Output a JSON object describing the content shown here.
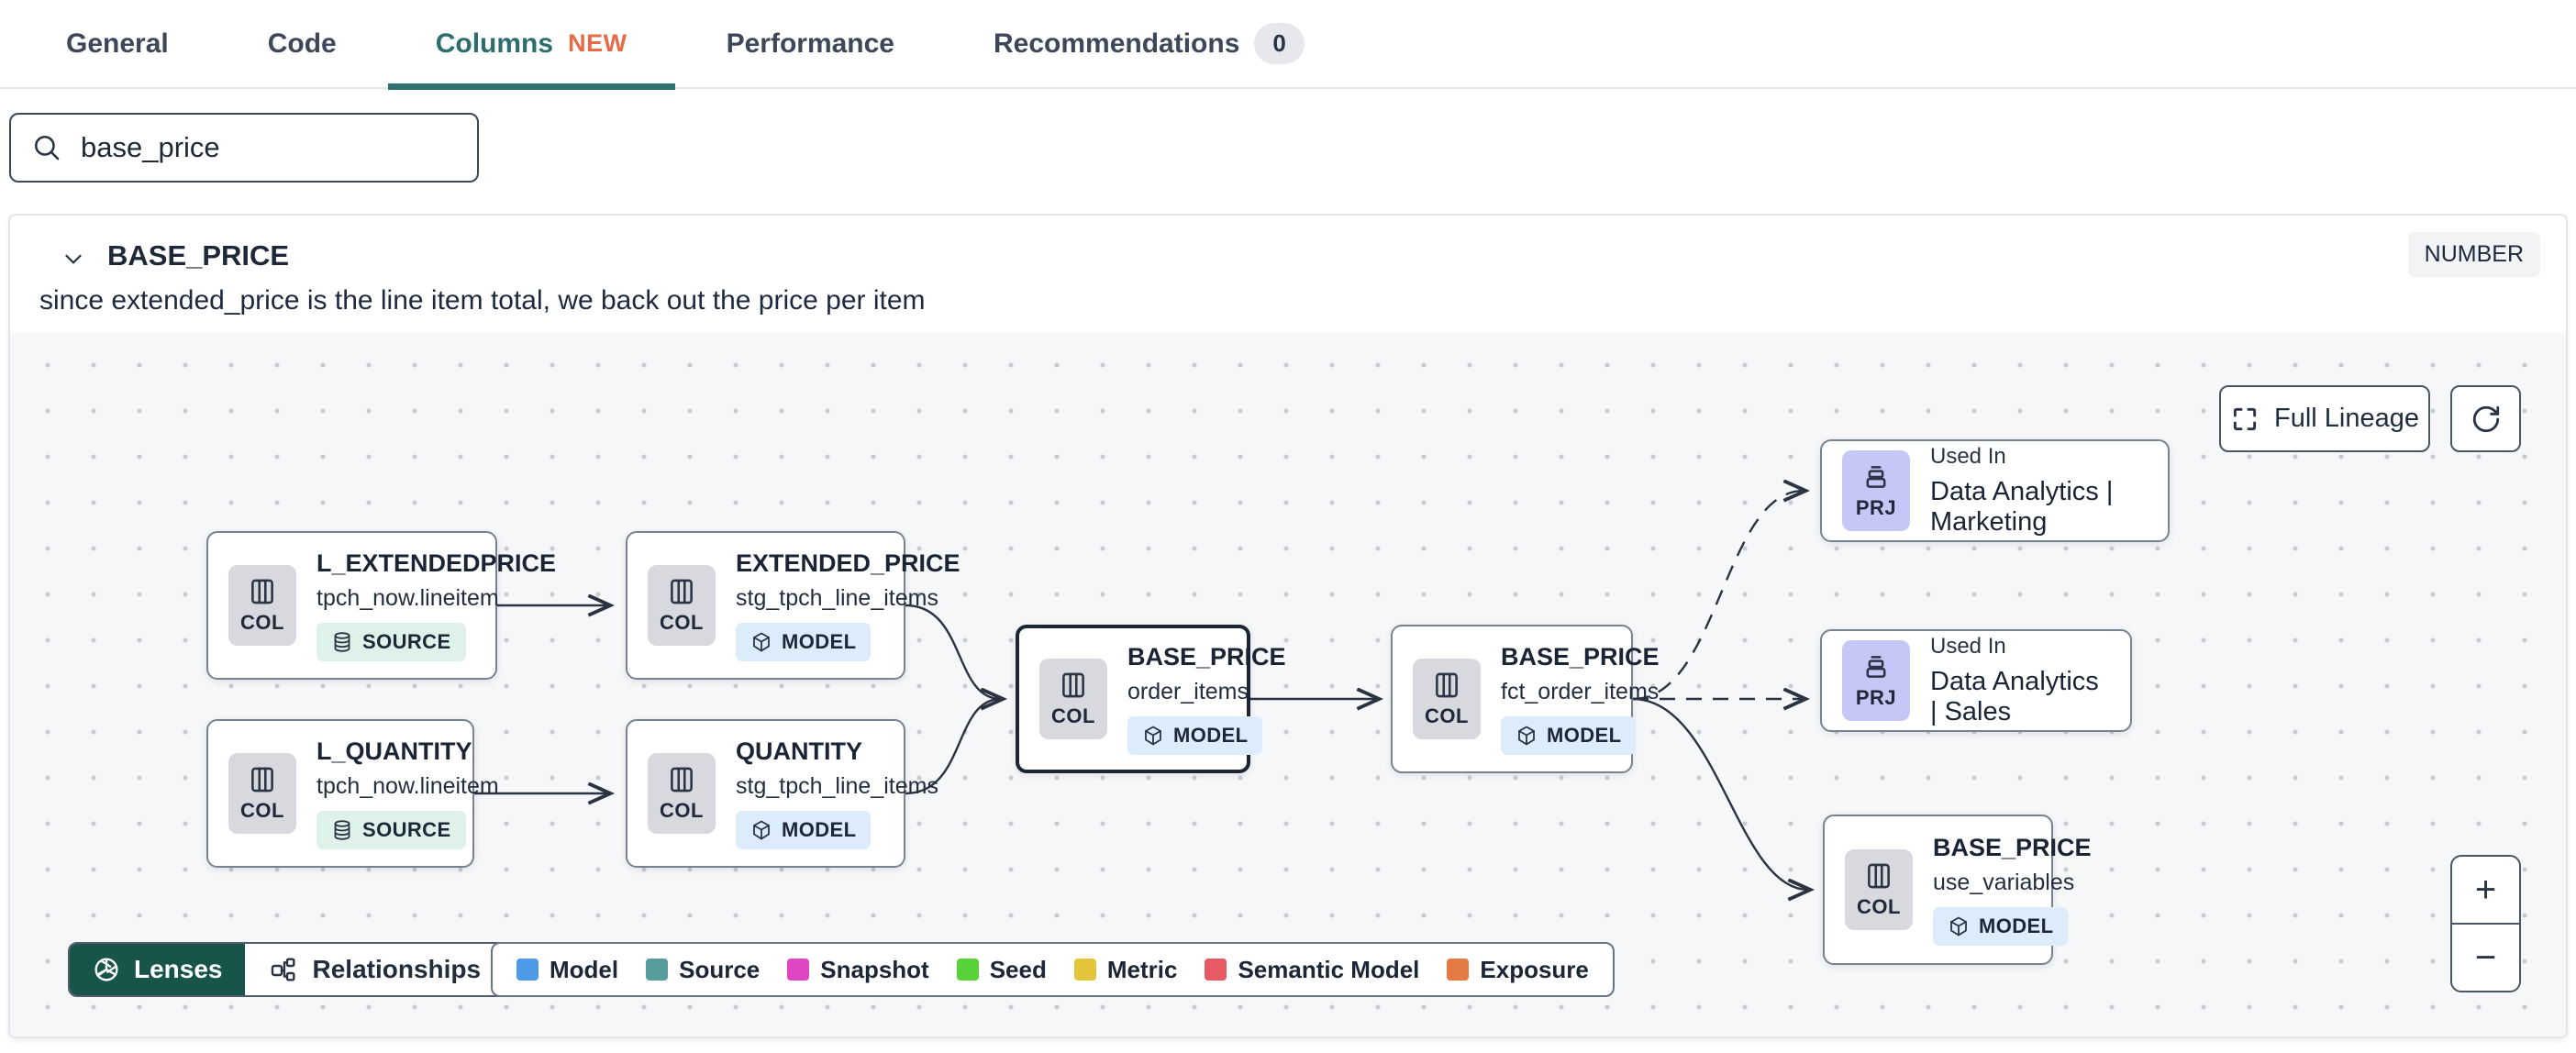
{
  "tabs": {
    "general": "General",
    "code": "Code",
    "columns": "Columns",
    "columns_badge": "NEW",
    "performance": "Performance",
    "recommendations": "Recommendations",
    "recommendations_count": "0"
  },
  "search": {
    "value": "base_price"
  },
  "column": {
    "name": "BASE_PRICE",
    "type_badge": "NUMBER",
    "description": "since extended_price is the line item total, we back out the price per item"
  },
  "lineage": {
    "full_lineage_label": "Full Lineage",
    "nodes": [
      {
        "badge": "COL",
        "title": "L_EXTENDEDPRICE",
        "subtitle": "tpch_now.lineitem",
        "kind": "SOURCE"
      },
      {
        "badge": "COL",
        "title": "EXTENDED_PRICE",
        "subtitle": "stg_tpch_line_items",
        "kind": "MODEL"
      },
      {
        "badge": "COL",
        "title": "L_QUANTITY",
        "subtitle": "tpch_now.lineitem",
        "kind": "SOURCE"
      },
      {
        "badge": "COL",
        "title": "QUANTITY",
        "subtitle": "stg_tpch_line_items",
        "kind": "MODEL"
      },
      {
        "badge": "COL",
        "title": "BASE_PRICE",
        "subtitle": "order_items",
        "kind": "MODEL",
        "selected": true
      },
      {
        "badge": "COL",
        "title": "BASE_PRICE",
        "subtitle": "fct_order_items",
        "kind": "MODEL"
      },
      {
        "badge": "PRJ",
        "eyebrow": "Used In",
        "title": "Data Analytics | Marketing"
      },
      {
        "badge": "PRJ",
        "eyebrow": "Used In",
        "title": "Data Analytics | Sales"
      },
      {
        "badge": "COL",
        "title": "BASE_PRICE",
        "subtitle": "use_variables",
        "kind": "MODEL"
      }
    ],
    "toolbar": {
      "lenses": "Lenses",
      "relationships": "Relationships"
    },
    "legend": {
      "items": [
        {
          "label": "Model",
          "color": "#4f9ae8"
        },
        {
          "label": "Source",
          "color": "#569d9c"
        },
        {
          "label": "Snapshot",
          "color": "#df46c3"
        },
        {
          "label": "Seed",
          "color": "#57d339"
        },
        {
          "label": "Metric",
          "color": "#e3c53b"
        },
        {
          "label": "Semantic Model",
          "color": "#e55a64"
        },
        {
          "label": "Exposure",
          "color": "#e57a45"
        }
      ]
    },
    "zoom": {
      "in": "+",
      "out": "−"
    }
  }
}
